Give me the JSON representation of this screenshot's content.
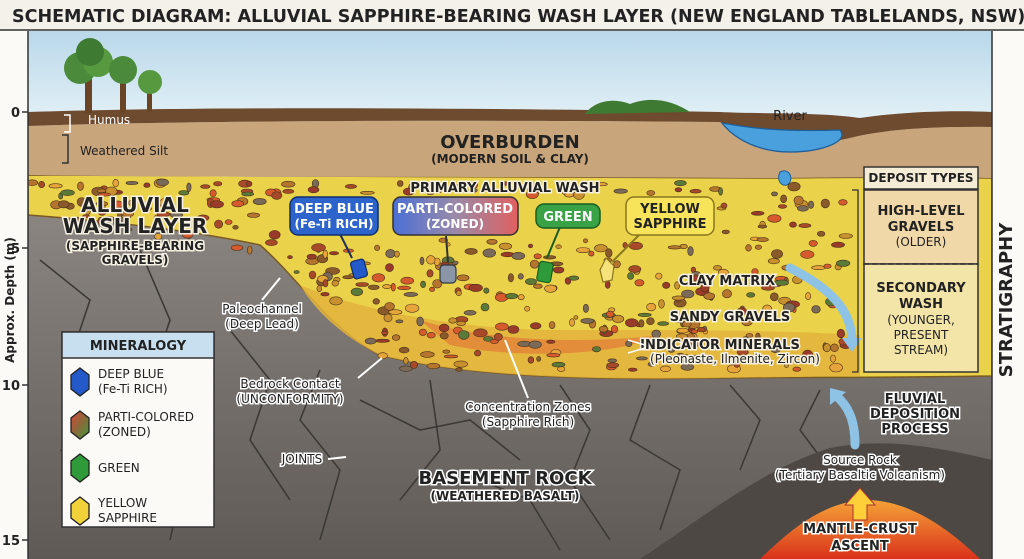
{
  "title": "SCHEMATIC DIAGRAM: ALLUVIAL SAPPHIRE-BEARING WASH LAYER (NEW ENGLAND TABLELANDS, NSW)",
  "depth_axis": {
    "label": "Approx. Depth (m)",
    "ticks": [
      "0",
      "5",
      "10",
      "15"
    ]
  },
  "right_label": "STRATIGRAPHY",
  "surface": {
    "humus": "Humus",
    "silt": "Weathered Silt",
    "river": "River"
  },
  "overburden": {
    "title": "OVERBURDEN",
    "subtitle": "(MODERN SOIL & CLAY)"
  },
  "wash": {
    "primary": "PRIMARY ALLUVIAL WASH",
    "title_line1": "ALLUVIAL",
    "title_line2": "WASH LAYER",
    "sub_line1": "(SAPPHIRE-BEARING",
    "sub_line2": "GRAVELS)",
    "clay": "CLAY MATRIX",
    "sandy": "SANDY GRAVELS",
    "indicator_line1": "INDICATOR MINERALS",
    "indicator_line2": "(Pleonaste, Ilmenite, Zircon)"
  },
  "callouts": {
    "deep_blue_1": "DEEP BLUE",
    "deep_blue_2": "(Fe-Ti RICH)",
    "parti_1": "PARTI-COLORED",
    "parti_2": "(ZONED)",
    "green": "GREEN",
    "yellow_1": "YELLOW",
    "yellow_2": "SAPPHIRE"
  },
  "labels": {
    "paleo_1": "Paleochannel",
    "paleo_2": "(Deep Lead)",
    "bedrock_1": "Bedrock Contact",
    "bedrock_2": "(UNCONFORMITY)",
    "conc_1": "Concentration Zones",
    "conc_2": "(Sapphire Rich)",
    "joints": "JOINTS",
    "basement_1": "BASEMENT ROCK",
    "basement_2": "(WEATHERED BASALT)",
    "source_1": "Source Rock",
    "source_2": "(Tertiary Basaltic Volcanism)",
    "mantle_1": "MANTLE-CRUST",
    "mantle_2": "ASCENT",
    "fluvial_1": "FLUVIAL",
    "fluvial_2": "DEPOSITION",
    "fluvial_3": "PROCESS"
  },
  "deposit_types": {
    "header": "DEPOSIT TYPES",
    "high_1": "HIGH-LEVEL",
    "high_2": "GRAVELS",
    "high_3": "(OLDER)",
    "sec_1": "SECONDARY",
    "sec_2": "WASH",
    "sec_3": "(YOUNGER,",
    "sec_4": "PRESENT",
    "sec_5": "STREAM)"
  },
  "mineralogy": {
    "header": "MINERALOGY",
    "items": [
      {
        "line1": "DEEP BLUE",
        "line2": "(Fe-Ti RICH)",
        "color": "#2459c9"
      },
      {
        "line1": "PARTI-COLORED",
        "line2": "(ZONED)",
        "color": "#3f8a3a"
      },
      {
        "line1": "GREEN",
        "line2": "",
        "color": "#2f9a3a"
      },
      {
        "line1": "YELLOW",
        "line2": "SAPPHIRE",
        "color": "#f2d23a"
      }
    ]
  },
  "colors": {
    "wash_yellow": "#efd64a",
    "overburden": "#c9a57c",
    "basement": "#77726e",
    "deep_blue": "#2459c9",
    "green": "#2f9a3a",
    "yellow": "#f2d23a"
  }
}
